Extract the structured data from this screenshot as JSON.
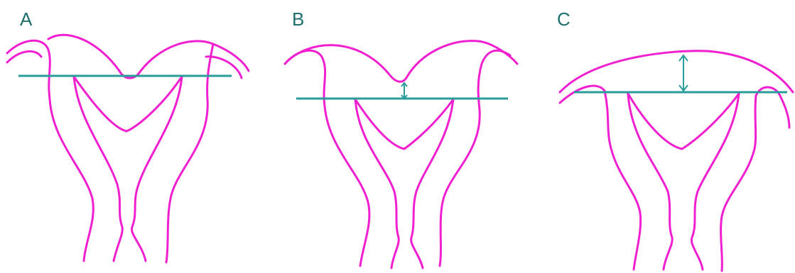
{
  "panels": [
    {
      "label": "A"
    },
    {
      "label": "B"
    },
    {
      "label": "C"
    }
  ],
  "colors": {
    "uterus_outline": "#f020d0",
    "reference_line": "#2a9d9a",
    "label_text": "#1f6f6e"
  }
}
